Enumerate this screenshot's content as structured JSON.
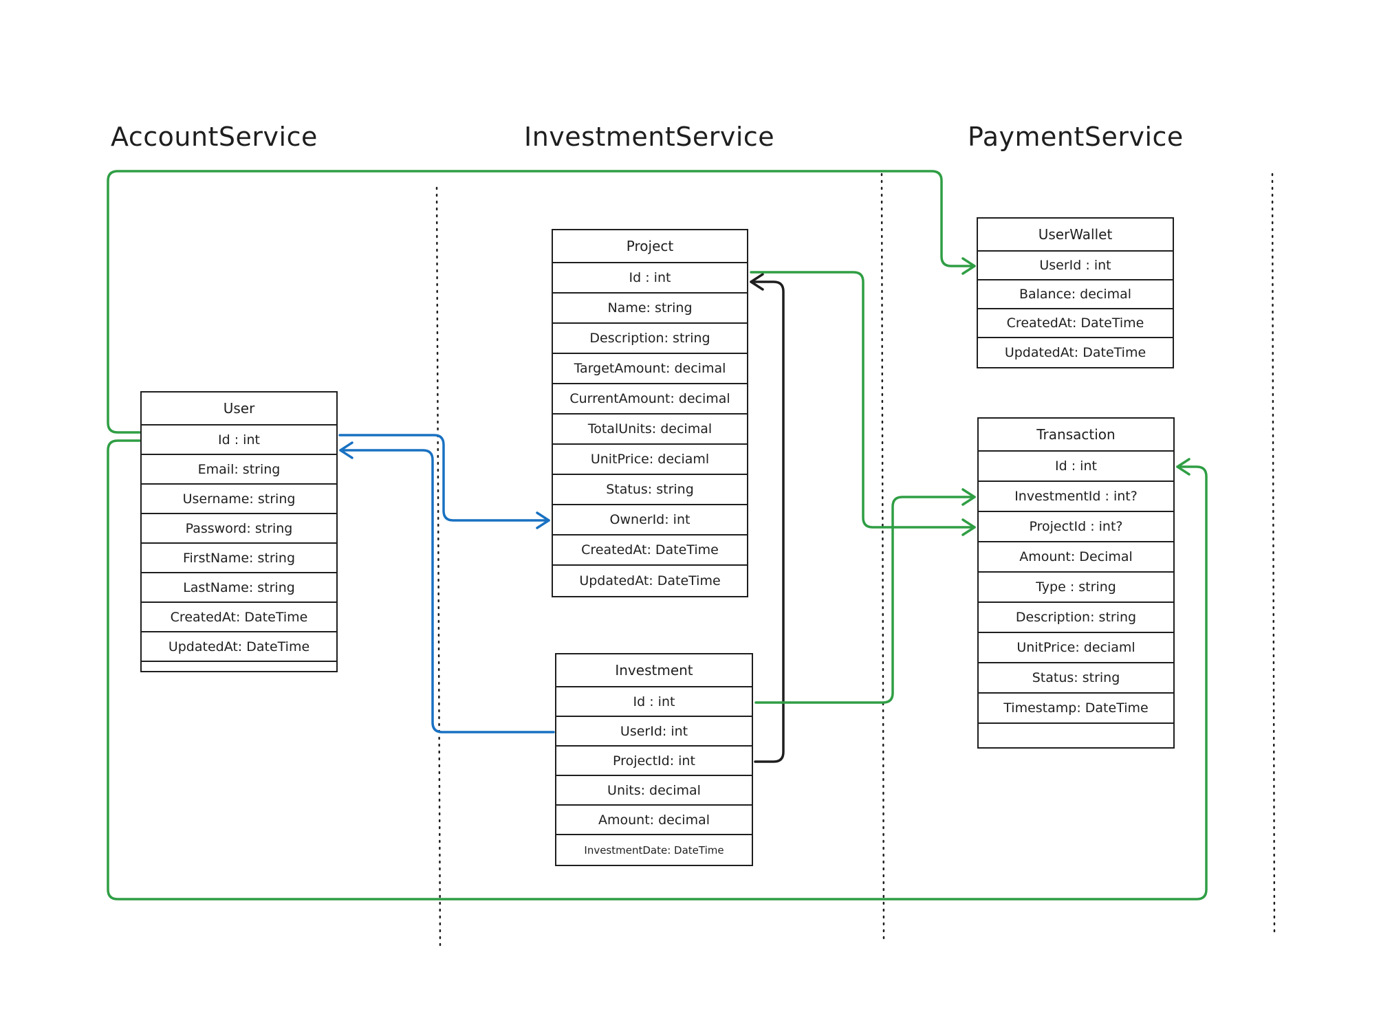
{
  "services": {
    "account": "AccountService",
    "investment": "InvestmentService",
    "payment": "PaymentService"
  },
  "entities": {
    "user": {
      "name": "User",
      "fields": [
        "Id : int",
        "Email: string",
        "Username: string",
        "Password: string",
        "FirstName: string",
        "LastName: string",
        "CreatedAt: DateTime",
        "UpdatedAt: DateTime"
      ]
    },
    "project": {
      "name": "Project",
      "fields": [
        "Id : int",
        "Name: string",
        "Description: string",
        "TargetAmount: decimal",
        "CurrentAmount: decimal",
        "TotalUnits: decimal",
        "UnitPrice: deciaml",
        "Status: string",
        "OwnerId: int",
        "CreatedAt: DateTime",
        "UpdatedAt: DateTime"
      ]
    },
    "investment": {
      "name": "Investment",
      "fields": [
        "Id : int",
        "UserId: int",
        "ProjectId: int",
        "Units: decimal",
        "Amount: decimal",
        "InvestmentDate: DateTime"
      ]
    },
    "user_wallet": {
      "name": "UserWallet",
      "fields": [
        "UserId : int",
        "Balance: decimal",
        "CreatedAt: DateTime",
        "UpdatedAt: DateTime"
      ]
    },
    "transaction": {
      "name": "Transaction",
      "fields": [
        "Id : int",
        "InvestmentId : int?",
        "ProjectId : int?",
        "Amount: Decimal",
        "Type : string",
        "Description: string",
        "UnitPrice: deciaml",
        "Status: string",
        "Timestamp: DateTime"
      ]
    }
  },
  "palette": {
    "relation_green": "#2f9e44",
    "relation_blue": "#1971c2",
    "relation_black": "#1e1e1e"
  }
}
